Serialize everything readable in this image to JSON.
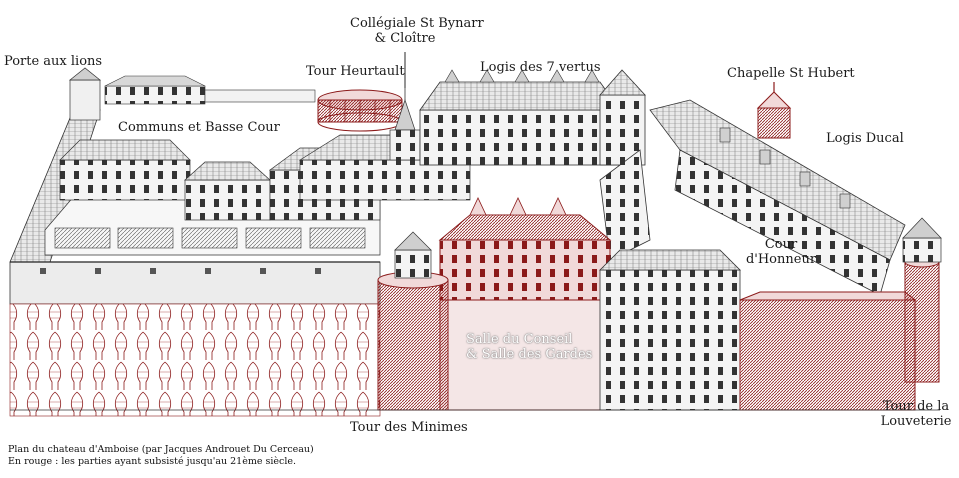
{
  "labels": {
    "porte_aux_lions": "Porte aux lions",
    "collegiale_line1": "Collégiale St Bynarr",
    "collegiale_line2": "& Cloître",
    "tour_heurtault": "Tour Heurtault",
    "logis_7_vertus": "Logis des 7 vertus",
    "chapelle_st_hubert": "Chapelle St Hubert",
    "communs_basse_cour": "Communs et Basse Cour",
    "logis_ducal": "Logis Ducal",
    "cour_line1": "Cour",
    "cour_line2": "d'Honneur",
    "salle_line1": "Salle du Conseil",
    "salle_line2": "& Salle des Gardes",
    "tour_minimes": "Tour des Minimes",
    "louveterie_line1": "Tour de la",
    "louveterie_line2": "Louveterie"
  },
  "caption": {
    "line1": "Plan du chateau d'Amboise (par Jacques Androuet Du Cerceau)",
    "line2": "En rouge : les parties ayant subsisté jusqu'au 21ème siècle."
  },
  "colors": {
    "surviving": "#8b1a1a",
    "ink": "#1a1a1a",
    "paper": "#ffffff"
  }
}
